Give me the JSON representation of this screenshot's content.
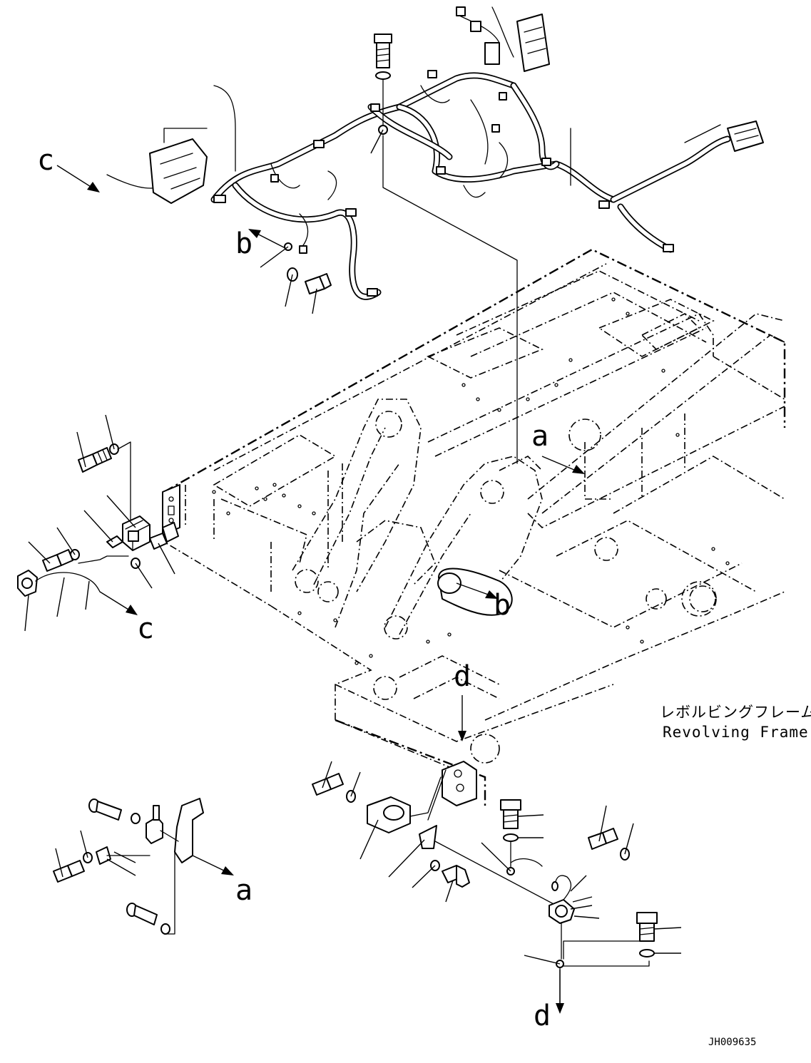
{
  "caption": {
    "jp": "レボルビングフレーム",
    "en": "Revolving Frame"
  },
  "drawing_code": "JH009635",
  "callouts": {
    "a_upper": "a",
    "a_lower": "a",
    "b_upper": "b",
    "b_lower": "b",
    "c_upper": "c",
    "c_lower": "c",
    "d_upper": "d",
    "d_lower": "d"
  }
}
